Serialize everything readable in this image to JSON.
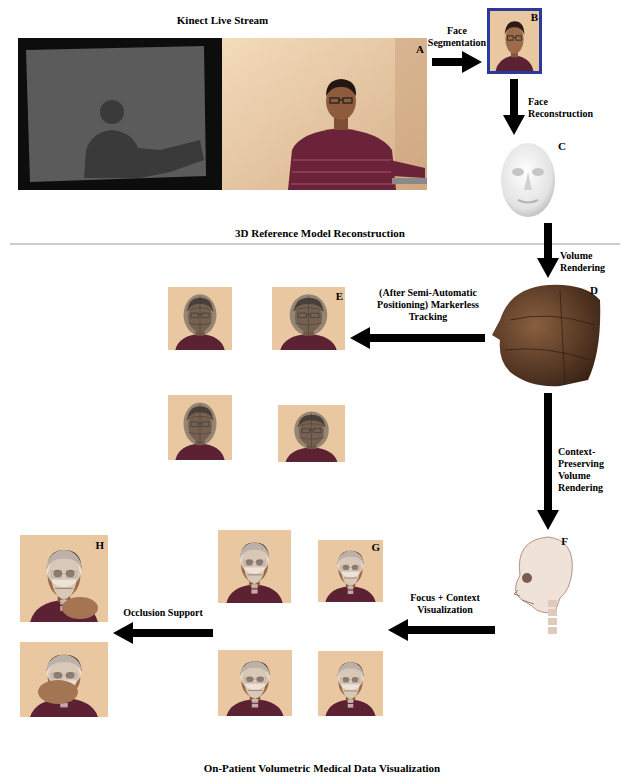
{
  "diagram": {
    "nodes": [
      {
        "text": [
          "Kinect Live Stream",
          "A"
        ]
      },
      {
        "text": [
          "B"
        ]
      },
      {
        "text": [
          "C"
        ]
      },
      {
        "text": [
          "D"
        ]
      },
      {
        "text": [
          "E"
        ]
      },
      {
        "text": [
          "F"
        ]
      },
      {
        "text": [
          "G"
        ]
      },
      {
        "text": [
          "H"
        ]
      }
    ],
    "edges": [
      {
        "from": 0,
        "to": 1,
        "arrow": "to",
        "label": "Face Segmentation"
      },
      {
        "from": 1,
        "to": 2,
        "arrow": "to",
        "label": "Face Reconstruction"
      },
      {
        "from": 2,
        "to": 3,
        "arrow": "to",
        "label": "Volume Rendering"
      },
      {
        "from": 3,
        "to": 4,
        "arrow": "to",
        "label": "(After Semi-Automatic Positioning) Markerless Tracking"
      },
      {
        "from": 3,
        "to": 5,
        "arrow": "to",
        "label": "Context-Preserving Volume Rendering"
      },
      {
        "from": 5,
        "to": 6,
        "arrow": "to",
        "label": "Focus + Context Visualization"
      },
      {
        "from": 6,
        "to": 7,
        "arrow": "to",
        "label": "Occlusion Support"
      }
    ],
    "labels": [
      "3D Reference Model Reconstruction",
      "On-Patient Volumetric Medical Data Visualization"
    ]
  }
}
